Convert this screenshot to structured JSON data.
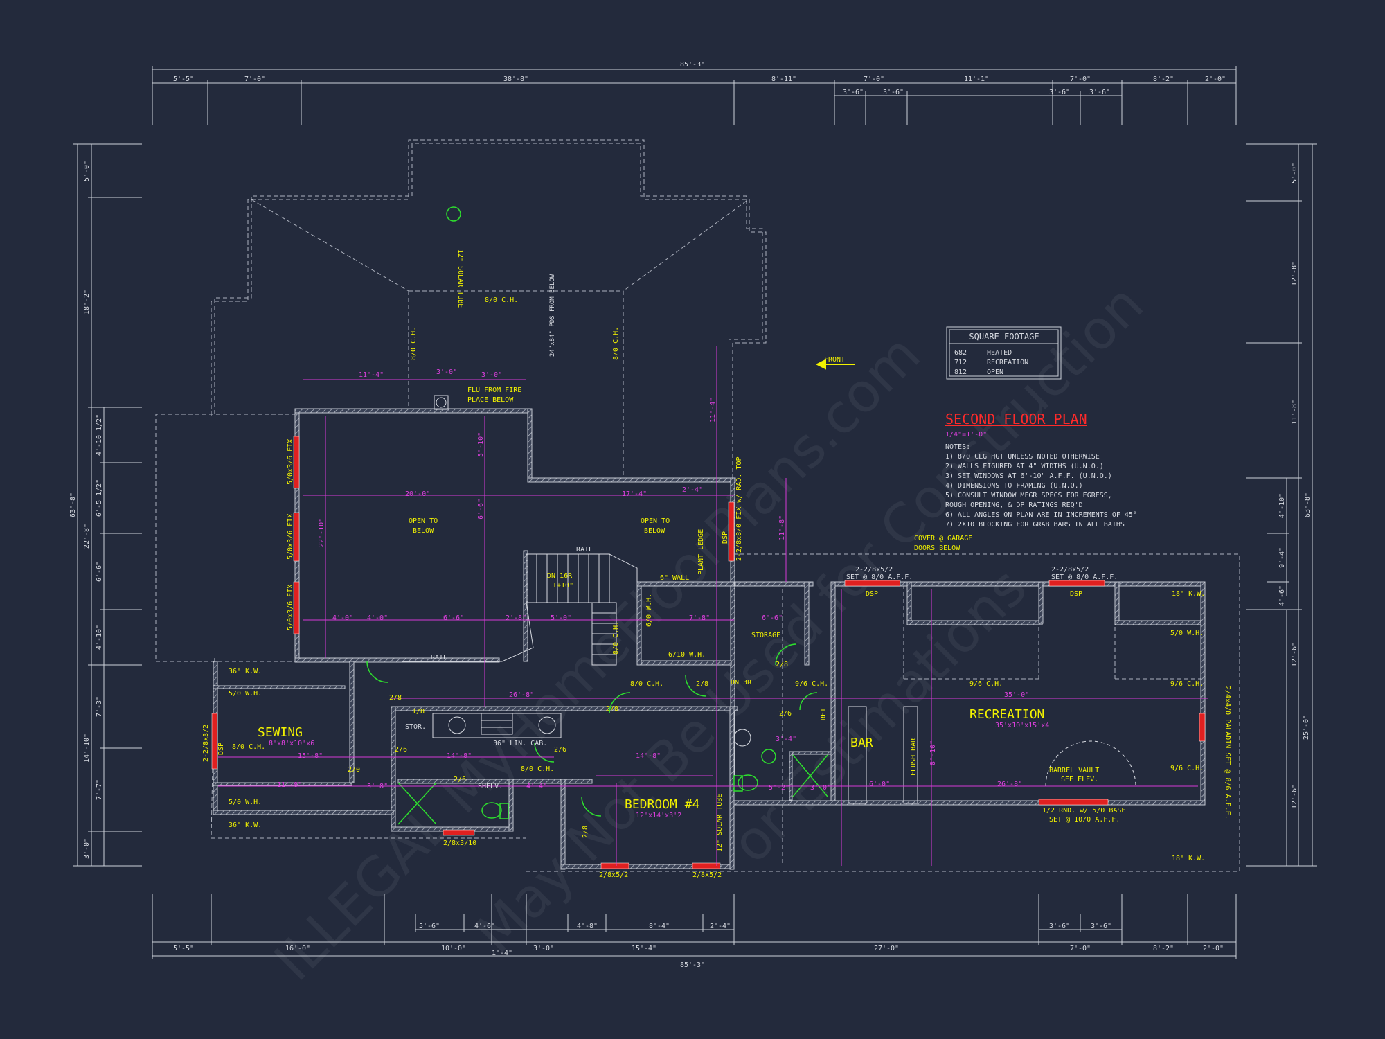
{
  "title": "SECOND FLOOR PLAN",
  "scale": "1/4\"=1'-0\"",
  "square_footage": {
    "header": "SQUARE FOOTAGE",
    "rows": [
      {
        "value": "682",
        "label": "HEATED"
      },
      {
        "value": "712",
        "label": "RECREATION"
      },
      {
        "value": "812",
        "label": "OPEN"
      }
    ]
  },
  "notes": {
    "heading": "NOTES:",
    "items": [
      "1)  8/0 CLG HGT UNLESS NOTED OTHERWISE",
      "2)  WALLS FIGURED AT 4\" WIDTHS (U.N.O.)",
      "3)  SET WINDOWS AT 6'-10\" A.F.F. (U.N.O.)",
      "4)  DIMENSIONS TO FRAMING (U.N.O.)",
      "5)  CONSULT WINDOW MFGR SPECS FOR EGRESS,",
      "     ROUGH OPENING, & DP RATINGS REQ'D",
      "6)  ALL ANGLES ON PLAN ARE IN INCREMENTS OF 45°",
      "7)  2X10 BLOCKING FOR GRAB BARS IN ALL BATHS"
    ]
  },
  "rooms": {
    "sewing": {
      "name": "SEWING",
      "size": "8'x8'x10'x6"
    },
    "bedroom": {
      "name": "BEDROOM #4",
      "size": "12'x14'x3'2"
    },
    "recreation": {
      "name": "RECREATION",
      "size": "35'x10'x15'x4"
    },
    "bar": {
      "name": "BAR"
    }
  },
  "top_dims": {
    "overall": "85'-3\"",
    "row1": [
      "5'-5\"",
      "7'-0\"",
      "38'-8\"",
      "8'-11\"",
      "7'-0\"",
      "11'-1\"",
      "7'-0\"",
      "8'-2\"",
      "2'-0\""
    ],
    "row2": [
      "3'-6\"",
      "3'-6\"",
      "3'-6\"",
      "3'-6\""
    ]
  },
  "bottom_dims": {
    "overall": "85'-3\"",
    "row1": [
      "5'-5\"",
      "16'-0\"",
      "10'-0\"",
      "3'-0\"",
      "15'-4\"",
      "27'-0\"",
      "7'-0\"",
      "8'-2\"",
      "2'-0\""
    ],
    "row2": [
      "5'-6\"",
      "4'-6\"",
      "4'-8\"",
      "8'-4\"",
      "2'-4\"",
      "3'-6\"",
      "3'-6\""
    ],
    "row3": [
      "1'-4\""
    ]
  },
  "left_dims": {
    "overall": "63'-8\"",
    "row1": [
      "5'-0\"",
      "18'-2\"",
      "22'-8\"",
      "14'-10\"",
      "3'-0\""
    ],
    "row2": [
      "4'-10 1/2\"",
      "6'-5 1/2\"",
      "6'-6\"",
      "4'-10\"",
      "7'-3\"",
      "7'-7\""
    ]
  },
  "right_dims": {
    "overall": "63'-8\"",
    "row1": [
      "5'-0\"",
      "12'-8\"",
      "11'-8\"",
      "12'-6\"",
      "12'-6\""
    ],
    "row2": [
      "4'-10\"",
      "9'-4\"",
      "4'-6\""
    ],
    "row3": [
      "25'-0\""
    ]
  },
  "labels": {
    "solar_tube_top": "12\" SOLAR TUBE",
    "solar_tube_bottom": "12\" SOLAR TUBE",
    "ch_80_top": "8/0 C.H.",
    "ch_80_left": "8/0 C.H.",
    "ch_80_right": "8/0 C.H.",
    "pds": "24\"x84\" PDS FROM BELOW",
    "front": "FRONT",
    "flu": "FLU FROM FIRE",
    "flu2": "PLACE BELOW",
    "open_below_1a": "OPEN TO",
    "open_below_1b": "BELOW",
    "open_below_2a": "OPEN TO",
    "open_below_2b": "BELOW",
    "plant_ledge": "PLANT LEDGE",
    "dsp": "DSP",
    "rad_top_fix": "2-2/8x8/0 FIX w/ RAD. TOP",
    "rail_top": "RAIL",
    "rail_bottom": "RAIL",
    "dn_16r": "DN 16R",
    "t10": "T+10\"",
    "wall_6": "6\" WALL",
    "storage": "STORAGE",
    "win_5036_1": "5/0x3/6 FIX",
    "win_5036_2": "5/0x3/6 FIX",
    "win_5036_3": "5/0x3/6 FIX",
    "garage_a": "COVER @ GARAGE",
    "garage_b": "DOORS BELOW",
    "win_2282_a": "2-2/8x5/2",
    "win_2282_a2": "SET @ 8/0 A.F.F.",
    "win_2282_b": "2-2/8x5/2",
    "win_2282_b2": "SET @ 8/0 A.F.F.",
    "dsp_a": "DSP",
    "dsp_b": "DSP",
    "kw_18_top": "18\" K.W.",
    "kw_18_bot": "18\" K.W.",
    "wh_50_r": "5/0 W.H.",
    "ch_96_a": "9/6 C.H.",
    "ch_96_b": "9/6 C.H.",
    "ch_96_c": "9/6 C.H.",
    "ch_96_d": "9/6 C.H.",
    "ch_80_c": "8/0 C.H.",
    "ch_80_d": "8/0 C.H.",
    "ch_80_e": "8/0 C.H.",
    "wh_610": "6/10 W.H.",
    "wh_60": "6/0 W.H.",
    "barrel_a": "BARREL VAULT",
    "barrel_b": "SEE ELEV.",
    "rnd_a": "1/2 RND. w/ 5/0 BASE",
    "rnd_b": "SET @ 10/0 A.F.F.",
    "paladin": "2/4x4/0 PALADIN SET @ 8/6 A.F.F.",
    "flush_bar": "FLUSH BAR",
    "kw_36_a": "36\" K.W.",
    "kw_36_b": "36\" K.W.",
    "wh_50_a": "5/0 W.H.",
    "wh_50_b": "5/0 W.H.",
    "ch_80_sew": "8/0 C.H.",
    "dsp_sew": "DSP",
    "win_sew": "2-2/8x3/2",
    "stor": "STOR.",
    "lin_cab": "36\" LIN. CAB.",
    "shelv": "SHELV.",
    "win_2836": "2/8x3/10",
    "win_285_a": "2/8x5/2",
    "win_285_b": "2/8x5/2",
    "dn_3r": "DN 3R",
    "ret": "RET",
    "d28a": "2/8",
    "d28b": "2/8",
    "d28c": "2/8",
    "d28d": "2/8",
    "d28e": "2/8",
    "d26a": "2/6",
    "d26b": "2/6",
    "d26c": "2/6",
    "d26d": "2/6",
    "d20": "2/0",
    "d18": "1/8"
  },
  "inner_dims": [
    "11'-4\"",
    "3'-0\"",
    "3'-0\"",
    "20'-0\"",
    "17'-4\"",
    "2'-4\"",
    "26'-8\"",
    "14'-8\"",
    "14'-8\"",
    "15'-8\"",
    "11'-8\"",
    "4'-0\"",
    "4'-0\"",
    "6'-6\"",
    "2'-8\"",
    "5'-0\"",
    "7'-8\"",
    "6'-6\"",
    "35'-0\"",
    "26'-8\"",
    "6'-0\"",
    "5'-2\"",
    "3'-0\"",
    "8'-10\"",
    "3'-4\"",
    "4'-4\"",
    "3'-8\"",
    "11'-4\"",
    "6'-6\"",
    "5'-10\"",
    "22'-10\"",
    "11'-8\""
  ],
  "watermark": [
    "ILLEGAL MyHomeFloorPlans.com",
    "May Not Be Used for Construction",
    "or Estimations"
  ]
}
